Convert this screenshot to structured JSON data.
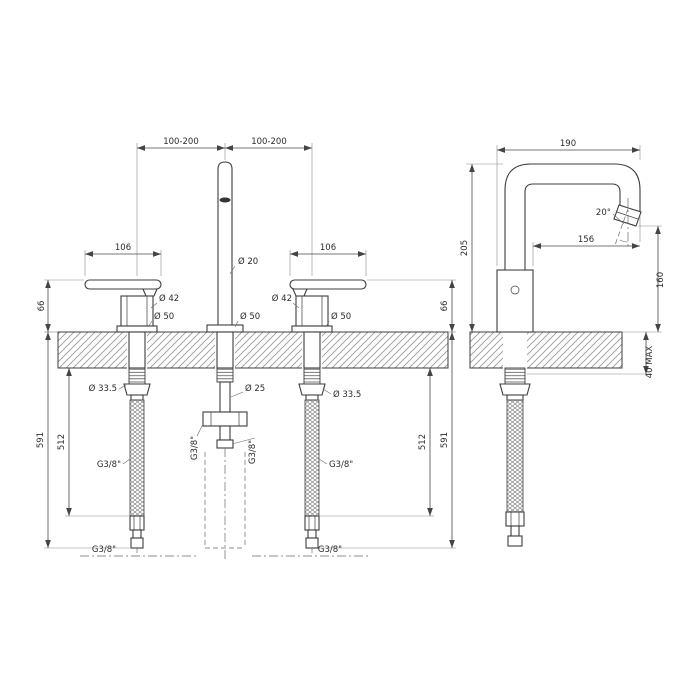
{
  "front": {
    "span_left": "100-200",
    "span_right": "100-200",
    "handle_width_left": "106",
    "handle_width_right": "106",
    "spout_diameter": "Ø 20",
    "cartridge_diameter_left": "Ø 42",
    "cartridge_diameter_right": "Ø 42",
    "base_diameter_left": "Ø 50",
    "base_diameter_center": "Ø 50",
    "base_diameter_right": "Ø 50",
    "height_above_deck_left": "66",
    "height_above_deck_right": "66",
    "hole_diameter_left": "Ø 33.5",
    "hole_diameter_center": "Ø 25",
    "hole_diameter_right": "Ø 33.5",
    "hose_length_left": "512",
    "hose_length_right": "512",
    "total_length_left": "591",
    "total_length_right": "591",
    "thread_hose_left": "G3/8\"",
    "thread_hose_right": "G3/8\"",
    "thread_center_left": "G3/8\"",
    "thread_center_right": "G3/8\"",
    "thread_bottom_left": "G3/8\"",
    "thread_bottom_right": "G3/8\""
  },
  "side": {
    "spout_reach_total": "190",
    "spout_reach": "156",
    "spout_angle": "20°",
    "height_total": "205",
    "spout_height": "160",
    "deck_thickness_max": "40 MAX"
  }
}
